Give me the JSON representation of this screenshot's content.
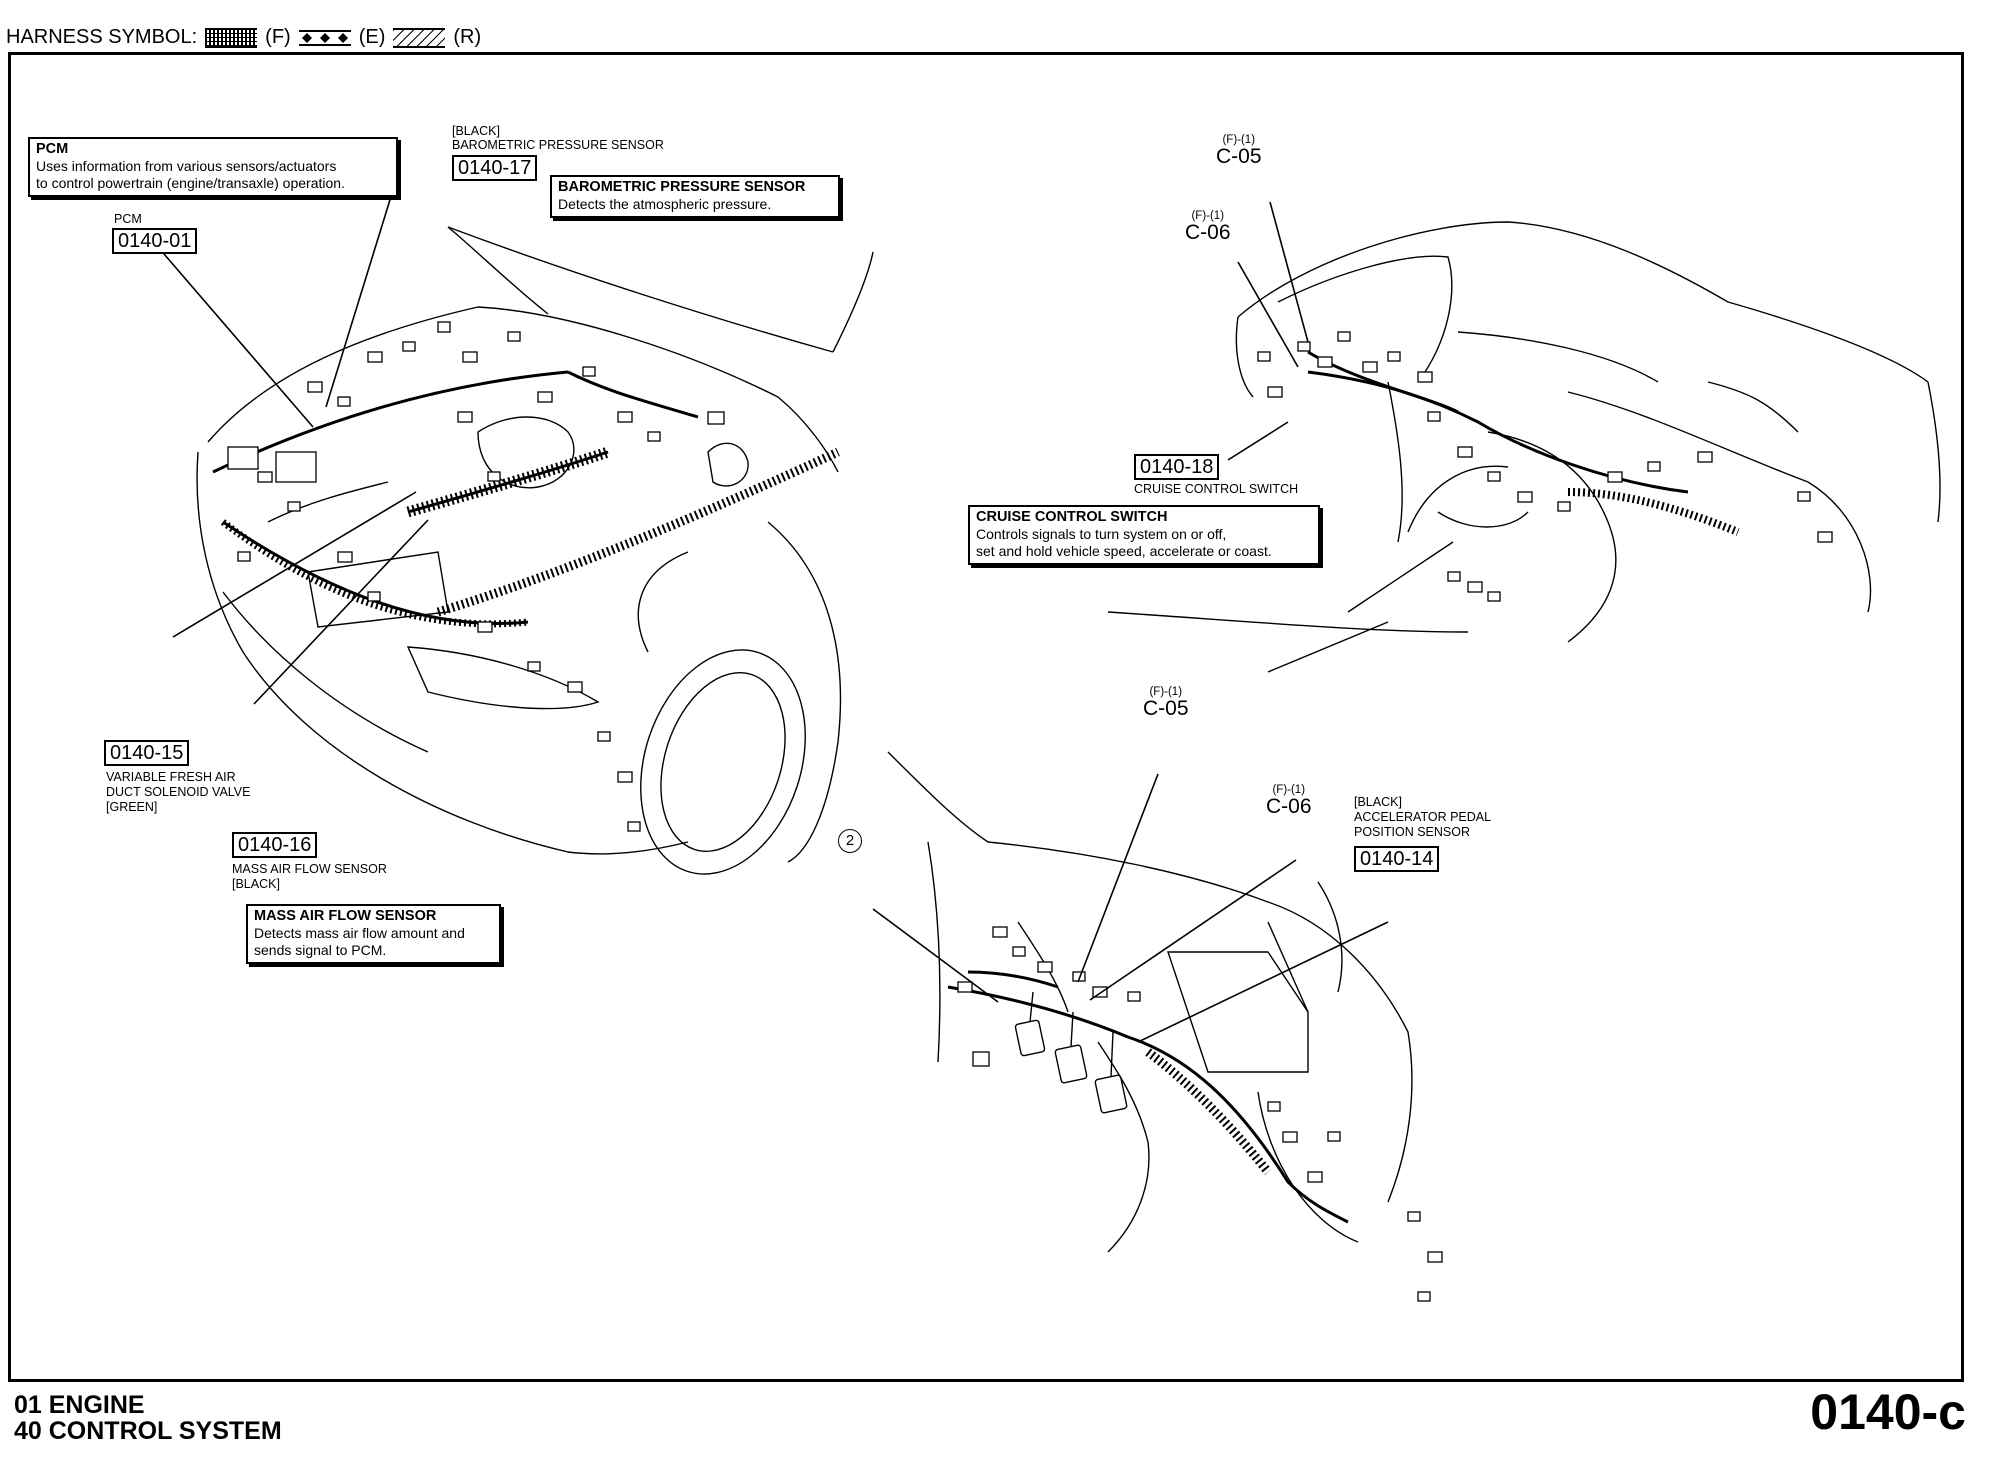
{
  "header": {
    "prefix": "HARNESS SYMBOL:",
    "sym_f": "(F)",
    "sym_e": "(E)",
    "sym_r": "(R)"
  },
  "callouts": {
    "pcm": {
      "title": "PCM",
      "line1": "Uses information from various sensors/actuators",
      "line2": "to control powertrain (engine/transaxle) operation."
    },
    "baro": {
      "title": "BAROMETRIC PRESSURE SENSOR",
      "line1": "Detects the atmospheric pressure."
    },
    "cruise": {
      "title": "CRUISE CONTROL SWITCH",
      "line1": "Controls signals to turn system on or off,",
      "line2": "set and hold vehicle speed, accelerate or coast."
    },
    "maf": {
      "title": "MASS AIR FLOW SENSOR",
      "line1": "Detects mass air flow amount and",
      "line2": "sends signal to PCM."
    }
  },
  "connectors": {
    "c0140_01": {
      "code": "0140-01",
      "label1": "PCM"
    },
    "c0140_17": {
      "code": "0140-17",
      "label1": "[BLACK]",
      "label2": "BAROMETRIC PRESSURE SENSOR"
    },
    "c0140_15": {
      "code": "0140-15",
      "label1": "VARIABLE FRESH AIR",
      "label2": "DUCT SOLENOID VALVE",
      "label3": "[GREEN]"
    },
    "c0140_16": {
      "code": "0140-16",
      "label1": "MASS AIR FLOW SENSOR",
      "label2": "[BLACK]"
    },
    "c0140_18": {
      "code": "0140-18",
      "label1": "CRUISE CONTROL SWITCH"
    },
    "c0140_14": {
      "code": "0140-14",
      "label1": "[BLACK]",
      "label2": "ACCELERATOR PEDAL",
      "label3": "POSITION SENSOR"
    }
  },
  "harness_refs": {
    "top_c05": {
      "small": "(F)-(1)",
      "big": "C-05"
    },
    "top_c06": {
      "small": "(F)-(1)",
      "big": "C-06"
    },
    "bot_c05": {
      "small": "(F)-(1)",
      "big": "C-05"
    },
    "bot_c06": {
      "small": "(F)-(1)",
      "big": "C-06"
    }
  },
  "circle_marker": "2",
  "footer": {
    "line1": "01  ENGINE",
    "line2": "40  CONTROL SYSTEM",
    "page": "0140-c"
  }
}
